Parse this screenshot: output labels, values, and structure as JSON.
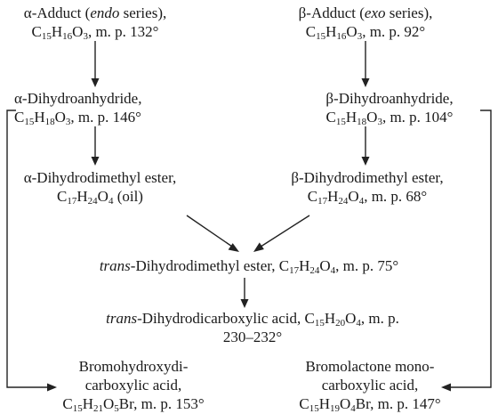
{
  "nodes": {
    "alpha_adduct": [
      [
        {
          "t": "α",
          "s": "n"
        },
        {
          "t": "-Adduct (",
          "s": "n"
        },
        {
          "t": "endo",
          "s": "i"
        },
        {
          "t": " series),",
          "s": "n"
        }
      ],
      [
        {
          "t": "C",
          "s": "n"
        },
        {
          "t": "15",
          "s": "sub"
        },
        {
          "t": "H",
          "s": "n"
        },
        {
          "t": "16",
          "s": "sub"
        },
        {
          "t": "O",
          "s": "n"
        },
        {
          "t": "3",
          "s": "sub"
        },
        {
          "t": ", m. p. 132°",
          "s": "n"
        }
      ]
    ],
    "beta_adduct": [
      [
        {
          "t": "β",
          "s": "n"
        },
        {
          "t": "-Adduct (",
          "s": "n"
        },
        {
          "t": "exo",
          "s": "i"
        },
        {
          "t": " series),",
          "s": "n"
        }
      ],
      [
        {
          "t": "C",
          "s": "n"
        },
        {
          "t": "15",
          "s": "sub"
        },
        {
          "t": "H",
          "s": "n"
        },
        {
          "t": "16",
          "s": "sub"
        },
        {
          "t": "O",
          "s": "n"
        },
        {
          "t": "3",
          "s": "sub"
        },
        {
          "t": ", m. p. 92°",
          "s": "n"
        }
      ]
    ],
    "alpha_anhydride": [
      [
        {
          "t": "α",
          "s": "n"
        },
        {
          "t": "-Dihydroanhydride,",
          "s": "n"
        }
      ],
      [
        {
          "t": "C",
          "s": "n"
        },
        {
          "t": "15",
          "s": "sub"
        },
        {
          "t": "H",
          "s": "n"
        },
        {
          "t": "18",
          "s": "sub"
        },
        {
          "t": "O",
          "s": "n"
        },
        {
          "t": "3",
          "s": "sub"
        },
        {
          "t": ", m. p. 146°",
          "s": "n"
        }
      ]
    ],
    "beta_anhydride": [
      [
        {
          "t": "β",
          "s": "n"
        },
        {
          "t": "-Dihydroanhydride,",
          "s": "n"
        }
      ],
      [
        {
          "t": "C",
          "s": "n"
        },
        {
          "t": "15",
          "s": "sub"
        },
        {
          "t": "H",
          "s": "n"
        },
        {
          "t": "18",
          "s": "sub"
        },
        {
          "t": "O",
          "s": "n"
        },
        {
          "t": "3",
          "s": "sub"
        },
        {
          "t": ", m. p. 104°",
          "s": "n"
        }
      ]
    ],
    "alpha_ester": [
      [
        {
          "t": "α",
          "s": "n"
        },
        {
          "t": "-Dihydrodimethyl ester,",
          "s": "n"
        }
      ],
      [
        {
          "t": "C",
          "s": "n"
        },
        {
          "t": "17",
          "s": "sub"
        },
        {
          "t": "H",
          "s": "n"
        },
        {
          "t": "24",
          "s": "sub"
        },
        {
          "t": "O",
          "s": "n"
        },
        {
          "t": "4",
          "s": "sub"
        },
        {
          "t": " (oil)",
          "s": "n"
        }
      ]
    ],
    "beta_ester": [
      [
        {
          "t": "β",
          "s": "n"
        },
        {
          "t": "-Dihydrodimethyl ester,",
          "s": "n"
        }
      ],
      [
        {
          "t": "C",
          "s": "n"
        },
        {
          "t": "17",
          "s": "sub"
        },
        {
          "t": "H",
          "s": "n"
        },
        {
          "t": "24",
          "s": "sub"
        },
        {
          "t": "O",
          "s": "n"
        },
        {
          "t": "4",
          "s": "sub"
        },
        {
          "t": ", m. p. 68°",
          "s": "n"
        }
      ]
    ],
    "trans_ester": [
      [
        {
          "t": "trans",
          "s": "i"
        },
        {
          "t": "-Dihydrodimethyl ester, C",
          "s": "n"
        },
        {
          "t": "17",
          "s": "sub"
        },
        {
          "t": "H",
          "s": "n"
        },
        {
          "t": "24",
          "s": "sub"
        },
        {
          "t": "O",
          "s": "n"
        },
        {
          "t": "4",
          "s": "sub"
        },
        {
          "t": ", m. p. 75°",
          "s": "n"
        }
      ]
    ],
    "trans_acid": [
      [
        {
          "t": "trans",
          "s": "i"
        },
        {
          "t": "-Dihydrodicarboxylic acid, C",
          "s": "n"
        },
        {
          "t": "15",
          "s": "sub"
        },
        {
          "t": "H",
          "s": "n"
        },
        {
          "t": "20",
          "s": "sub"
        },
        {
          "t": "O",
          "s": "n"
        },
        {
          "t": "4",
          "s": "sub"
        },
        {
          "t": ", m. p.",
          "s": "n"
        }
      ],
      [
        {
          "t": "230–232°",
          "s": "n"
        }
      ]
    ],
    "bromohydroxy": [
      [
        {
          "t": "Bromohydroxydi-",
          "s": "n"
        }
      ],
      [
        {
          "t": "carboxylic acid,",
          "s": "n"
        }
      ],
      [
        {
          "t": "C",
          "s": "n"
        },
        {
          "t": "15",
          "s": "sub"
        },
        {
          "t": "H",
          "s": "n"
        },
        {
          "t": "21",
          "s": "sub"
        },
        {
          "t": "O",
          "s": "n"
        },
        {
          "t": "5",
          "s": "sub"
        },
        {
          "t": "Br, m. p. 153°",
          "s": "n"
        }
      ]
    ],
    "bromolactone": [
      [
        {
          "t": "Bromolactone mono-",
          "s": "n"
        }
      ],
      [
        {
          "t": "carboxylic acid,",
          "s": "n"
        }
      ],
      [
        {
          "t": "C",
          "s": "n"
        },
        {
          "t": "15",
          "s": "sub"
        },
        {
          "t": "H",
          "s": "n"
        },
        {
          "t": "19",
          "s": "sub"
        },
        {
          "t": "O",
          "s": "n"
        },
        {
          "t": "4",
          "s": "sub"
        },
        {
          "t": "Br, m. p. 147°",
          "s": "n"
        }
      ]
    ]
  }
}
